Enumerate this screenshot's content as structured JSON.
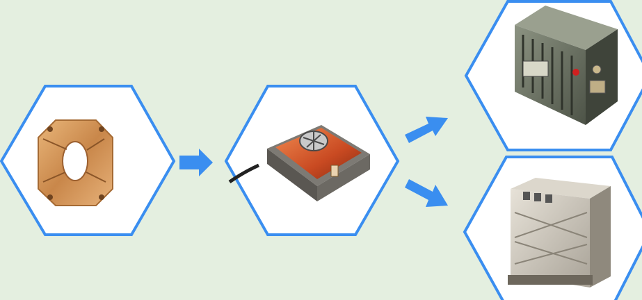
{
  "colors": {
    "background": "#e4efe0",
    "hex_fill": "#ffffff",
    "hex_stroke": "#3a8ef0",
    "arrow": "#3a8ef0"
  },
  "diagram": {
    "nodes": [
      {
        "id": "node-ring",
        "depicts": "octagonal-ring-component"
      },
      {
        "id": "node-module",
        "depicts": "fan-cooled-module"
      },
      {
        "id": "node-box-top",
        "depicts": "ribbed-enclosure-unit"
      },
      {
        "id": "node-box-bottom",
        "depicts": "cube-enclosure-unit"
      }
    ],
    "edges": [
      {
        "from": "node-ring",
        "to": "node-module"
      },
      {
        "from": "node-module",
        "to": "node-box-top"
      },
      {
        "from": "node-module",
        "to": "node-box-bottom"
      }
    ]
  }
}
